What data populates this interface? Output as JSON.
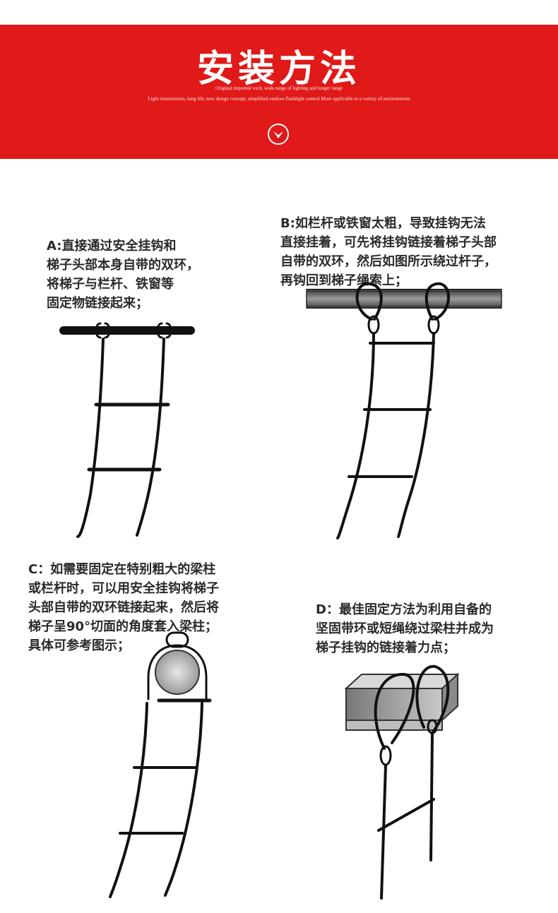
{
  "banner": {
    "title": "安装方法",
    "subtitle_line1": "Original imported wick, wide range of lighting and longer range",
    "subtitle_line2": "Light transmission, long life, new design concept, simplified outdoor flashlight control More applicable to a variety of environments",
    "icon": "chevron-down-circle-icon",
    "color": "#e01919"
  },
  "instructions": {
    "a": "A:直接通过安全挂钩和\n梯子头部本身自带的双环，\n将梯子与栏杆、铁窗等\n固定物链接起来；",
    "b": "B:如栏杆或铁窗太粗，导致挂钩无法\n直接挂着，可先将挂钩链接着梯子头部\n自带的双环，然后如图所示绕过杆子，\n再钩回到梯子绳索上；",
    "c": "C：如需要固定在特别粗大的梁柱\n或栏杆时，可以用安全挂钩将梯子\n头部自带的双环链接起来，然后将\n梯子呈90°切面的角度套入梁柱；\n具体可参考图示；",
    "d": "D：最佳固定方法为利用自备的\n坚固带环或短绳绕过梁柱并成为\n梯子挂钩的链接着力点；"
  }
}
